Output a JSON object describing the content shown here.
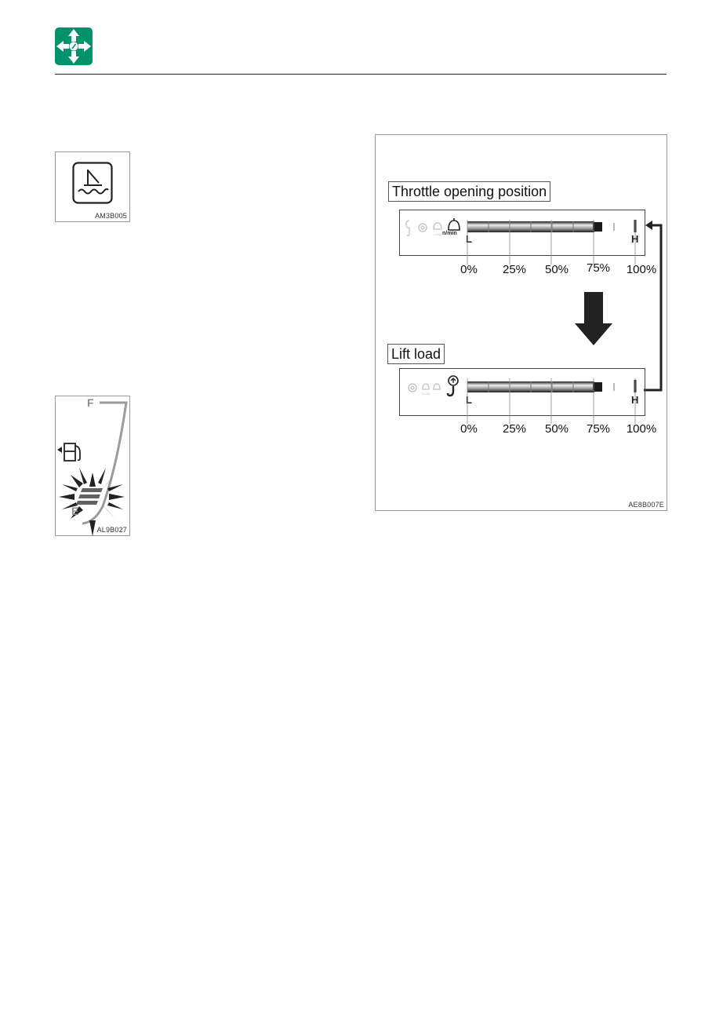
{
  "header": {
    "logo_icon": "four-way-arrows-gauge-icon",
    "accent_color": "#00936b"
  },
  "figures": {
    "hydraulic_oil": {
      "code": "AM3B005",
      "icon": "hydraulic-oil-temperature-icon"
    },
    "fuel_gauge": {
      "code": "AL9B027",
      "full_label": "F",
      "empty_label": "E",
      "icon": "fuel-pump-icon",
      "level": 0.0,
      "state": "blinking"
    },
    "throttle_diagram": {
      "code": "AE8B007E",
      "panels": [
        {
          "title": "Throttle opening position",
          "icon": "engine-speed-icon",
          "icon_caption": "n/min",
          "low_label": "L",
          "high_label": "H",
          "level_percent": 75,
          "ticks": [
            "0%",
            "25%",
            "50%",
            "75%",
            "100%"
          ]
        },
        {
          "title": "Lift load",
          "icon": "lift-hook-icon",
          "low_label": "L",
          "high_label": "H",
          "level_percent": 75,
          "ticks": [
            "0%",
            "25%",
            "50%",
            "75%",
            "100%"
          ]
        }
      ]
    }
  }
}
